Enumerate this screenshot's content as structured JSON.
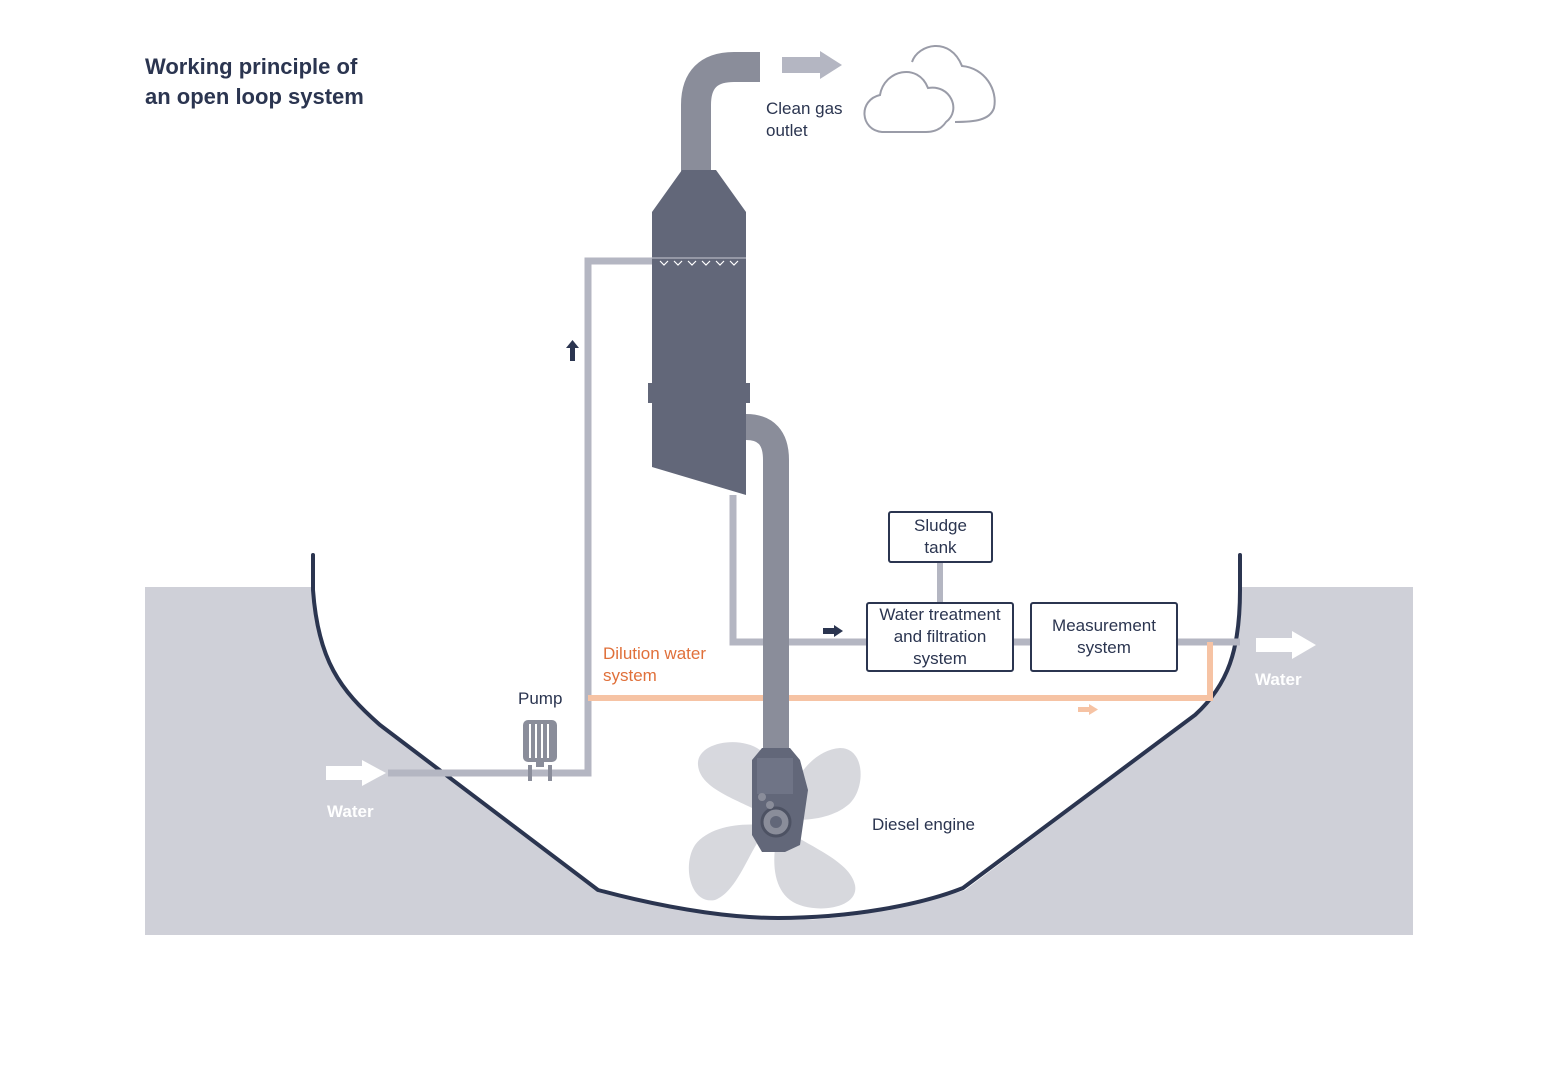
{
  "title_line1": "Working principle of",
  "title_line2": "an open loop system",
  "labels": {
    "clean_gas_line1": "Clean gas",
    "clean_gas_line2": "outlet",
    "dilution_line1": "Dilution water",
    "dilution_line2": "system",
    "pump": "Pump",
    "diesel_engine": "Diesel engine",
    "water_in": "Water",
    "water_out": "Water"
  },
  "boxes": {
    "sludge_line1": "Sludge",
    "sludge_line2": "tank",
    "treatment_line1": "Water treatment",
    "treatment_line2": "and filtration",
    "treatment_line3": "system",
    "measurement_line1": "Measurement",
    "measurement_line2": "system"
  },
  "colors": {
    "navy": "#2b3550",
    "scrubber": "#626779",
    "pipe_gray": "#8a8d9a",
    "pipe_light": "#b4b6c2",
    "water_gray": "#cfd0d8",
    "orange": "#e0703a",
    "orange_pipe": "#f6c3a4"
  },
  "icons": [
    "cloud-icon",
    "arrow-right-icon",
    "arrow-up-icon",
    "pump-icon",
    "propeller-icon",
    "engine-icon"
  ]
}
